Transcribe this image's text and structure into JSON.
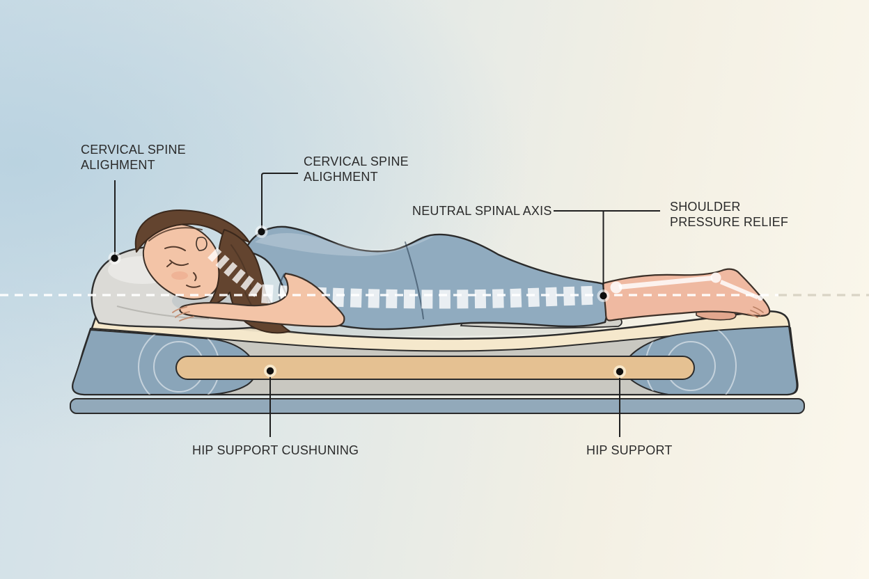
{
  "labels": {
    "cervical_pillow": {
      "line1": "CERVICAL SPINE",
      "line2": "ALIGHMENT"
    },
    "cervical_shoulder": {
      "line1": "CERVICAL SPINE",
      "line2": "ALIGHMENT"
    },
    "neutral_axis": {
      "text": "NEUTRAL SPINAL AXIS"
    },
    "shoulder_relief": {
      "line1": "SHOULDER",
      "line2": "PRESSURE RELIEF"
    },
    "hip_cushioning": {
      "text": "HIP SUPPORT CUSHUNING"
    },
    "hip_support": {
      "text": "HIP SUPPORT"
    }
  },
  "colors": {
    "outline": "#2b2b2b",
    "leader_dark": "#1f1f1f",
    "label_text": "#2b2b2b",
    "mattress_cream": "#f5e8cc",
    "layer_gray": "#c9c8c1",
    "support_bar_tan": "#e5c192",
    "panel_blue": "#8aa5b9",
    "base_blue": "#92a9ba",
    "ring_stroke": "#cdddе6",
    "pillow_gray": "#dbdad6",
    "cushion_gray": "#d2d1ca",
    "skin": "#f3c4a7",
    "skin_leg": "#efb9a1",
    "shirt_blue": "#90abbf",
    "hair_brown": "#63442f",
    "bone_white": "#ffffff",
    "axis_white": "#ffffff",
    "axis_on_cream": "#d9d4c5"
  }
}
